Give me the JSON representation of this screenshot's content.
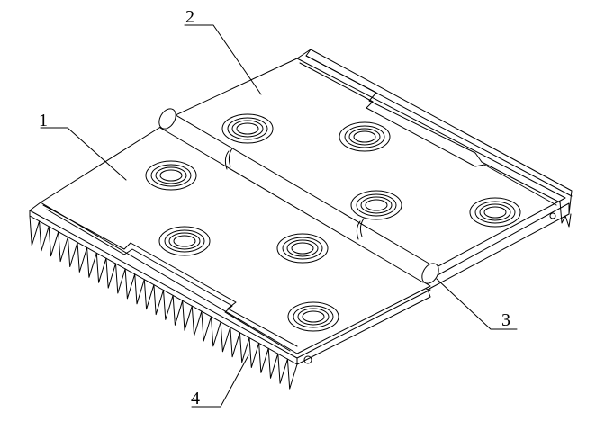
{
  "figure": {
    "callouts": [
      {
        "id": "leaf-left",
        "label": "1"
      },
      {
        "id": "leaf-right",
        "label": "2"
      },
      {
        "id": "hinge-pin",
        "label": "3"
      },
      {
        "id": "serrated-edge",
        "label": "4"
      }
    ]
  },
  "colors": {
    "ink": "#000000",
    "paper": "#ffffff"
  }
}
